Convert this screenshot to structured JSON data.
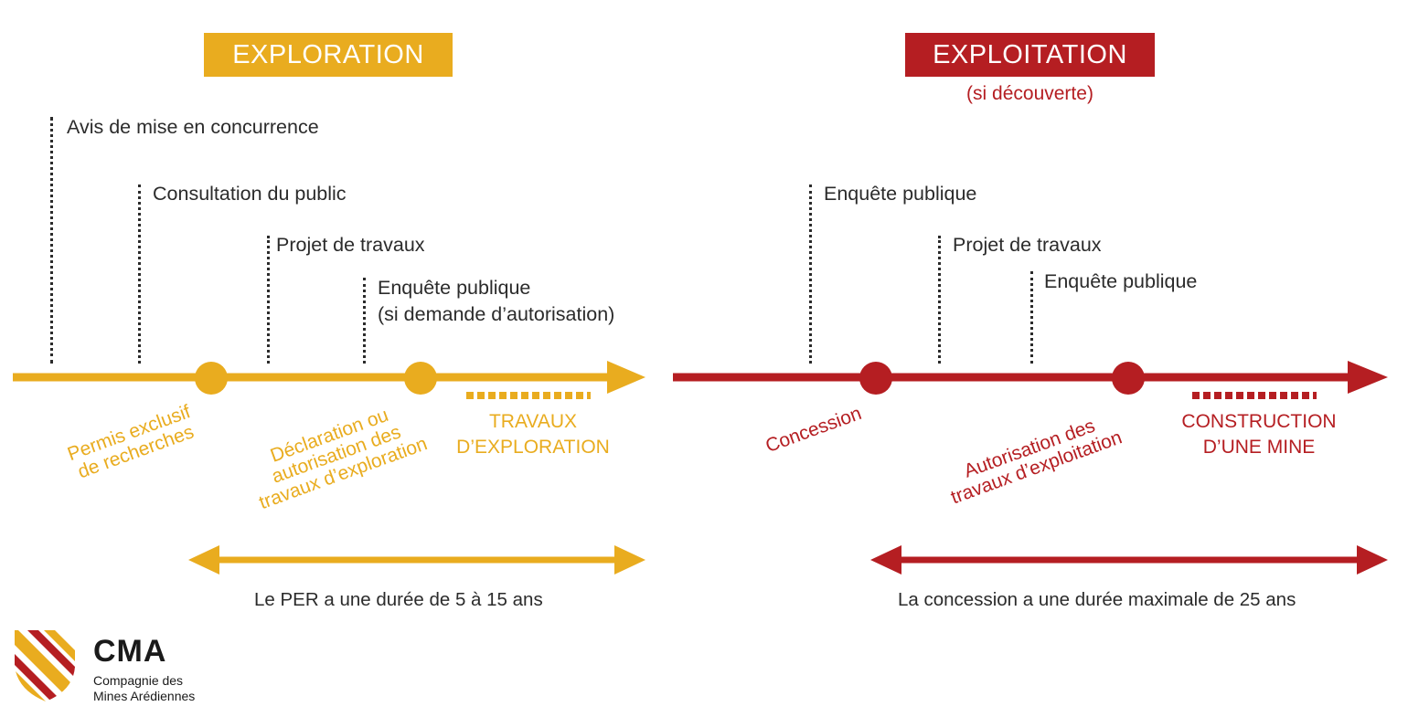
{
  "colors": {
    "exploration": "#E9AC1F",
    "exploitation": "#B51E22",
    "text": "#2b2b2b"
  },
  "exploration": {
    "title": "EXPLORATION",
    "events": [
      "Avis de mise en concurrence",
      "Consultation du public",
      "Projet de travaux",
      "Enquête publique",
      "(si demande d’autorisation)"
    ],
    "milestones": [
      {
        "lines": [
          "Permis exclusif",
          "de recherches"
        ]
      },
      {
        "lines": [
          "Déclaration ou",
          "autorisation des",
          "travaux d’exploration"
        ]
      }
    ],
    "works": [
      "TRAVAUX",
      "D’EXPLORATION"
    ],
    "duration": "Le PER a une durée de 5 à 15 ans"
  },
  "exploitation": {
    "title": "EXPLOITATION",
    "subtitle": "(si découverte)",
    "events": [
      "Enquête publique",
      "Projet de travaux",
      "Enquête publique"
    ],
    "milestones": [
      {
        "lines": [
          "Concession"
        ]
      },
      {
        "lines": [
          "Autorisation des",
          "travaux d’exploitation"
        ]
      }
    ],
    "works": [
      "CONSTRUCTION",
      "D’UNE MINE"
    ],
    "duration": "La concession a une durée maximale de 25 ans"
  },
  "logo": {
    "acronym": "CMA",
    "name_line1": "Compagnie des",
    "name_line2": "Mines Arédiennes"
  }
}
